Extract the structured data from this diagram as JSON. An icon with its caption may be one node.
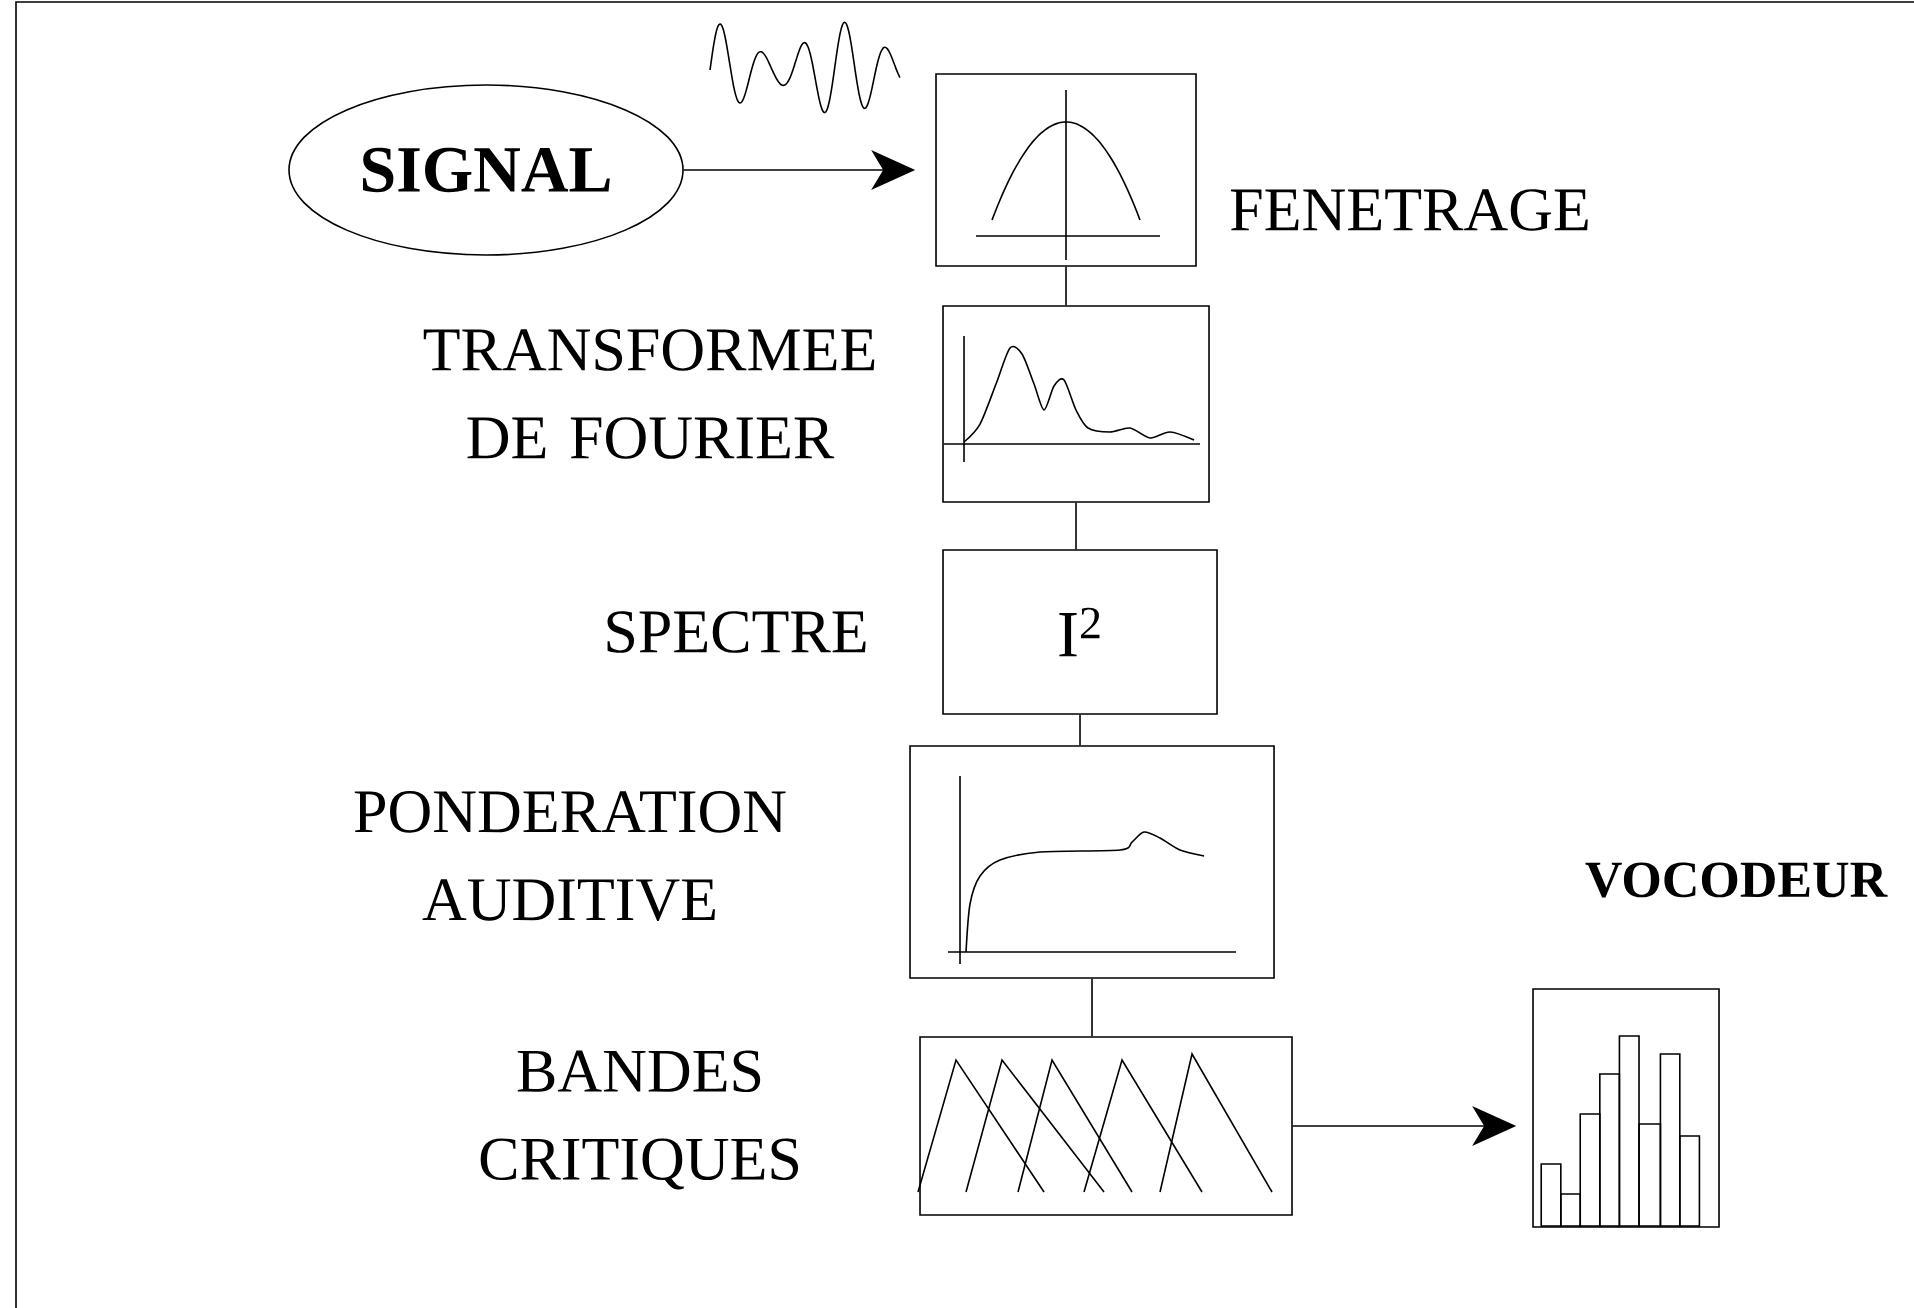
{
  "diagram": {
    "nodes": [
      {
        "text": [
          "SIGNAL"
        ]
      },
      {
        "text": [],
        "shape": "picture",
        "beside": [
          "FENETRAGE"
        ]
      },
      {
        "text": [],
        "shape": "picture",
        "beside": [
          "TRANSFORMEE DE FOURIER"
        ]
      },
      {
        "text": [
          "I$^{2}$"
        ],
        "beside": [
          "SPECTRE"
        ]
      },
      {
        "text": [],
        "shape": "picture",
        "beside": [
          "PONDERATION AUDITIVE"
        ]
      },
      {
        "text": [],
        "shape": "picture",
        "beside": [
          "BANDES CRITIQUES"
        ]
      },
      {
        "text": [],
        "shape": "picture",
        "beside": [
          "VOCODEUR"
        ]
      }
    ],
    "edges": [
      {
        "from": 0,
        "to": 1,
        "arrow": "to"
      },
      {
        "from": 1,
        "to": 2,
        "arrow": "none"
      },
      {
        "from": 2,
        "to": 3,
        "arrow": "none"
      },
      {
        "from": 3,
        "to": 4,
        "arrow": "none"
      },
      {
        "from": 4,
        "to": 5,
        "arrow": "none"
      },
      {
        "from": 5,
        "to": 6,
        "arrow": "to"
      }
    ]
  }
}
